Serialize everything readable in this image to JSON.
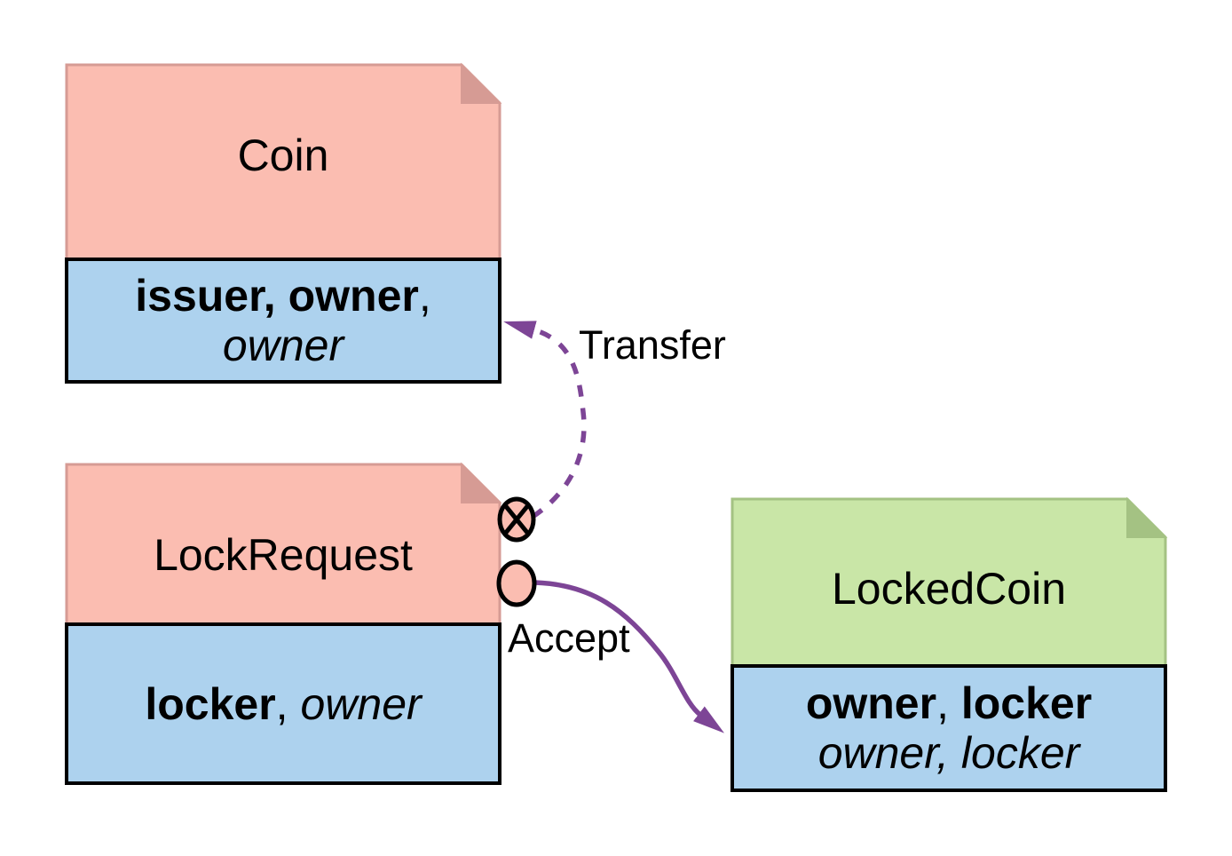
{
  "colors": {
    "note_pink": "#FBBDB1",
    "note_pink_dark": "#D69B94",
    "note_green": "#C9E6A7",
    "note_green_dark": "#A4C283",
    "field_blue": "#ADD2EE",
    "arrow_purple": "#7D4596",
    "outline_black": "#000000"
  },
  "nodes": {
    "coin": {
      "title": "Coin",
      "signers": "issuer, owner",
      "sep": ",",
      "owner_field": "owner"
    },
    "lock_request": {
      "title": "LockRequest",
      "signers": "locker",
      "sep": ", ",
      "owner_field": "owner"
    },
    "locked_coin": {
      "title": "LockedCoin",
      "signers_a": "owner",
      "sep": ", ",
      "signers_b": "locker",
      "owner_field": "owner, locker"
    }
  },
  "transitions": {
    "transfer": {
      "label": "Transfer",
      "style": "dashed",
      "port_icon": "circled-x",
      "from": "LockRequest",
      "to": "Coin"
    },
    "accept": {
      "label": "Accept",
      "style": "solid",
      "port_icon": "circle",
      "from": "LockRequest",
      "to": "LockedCoin"
    }
  }
}
